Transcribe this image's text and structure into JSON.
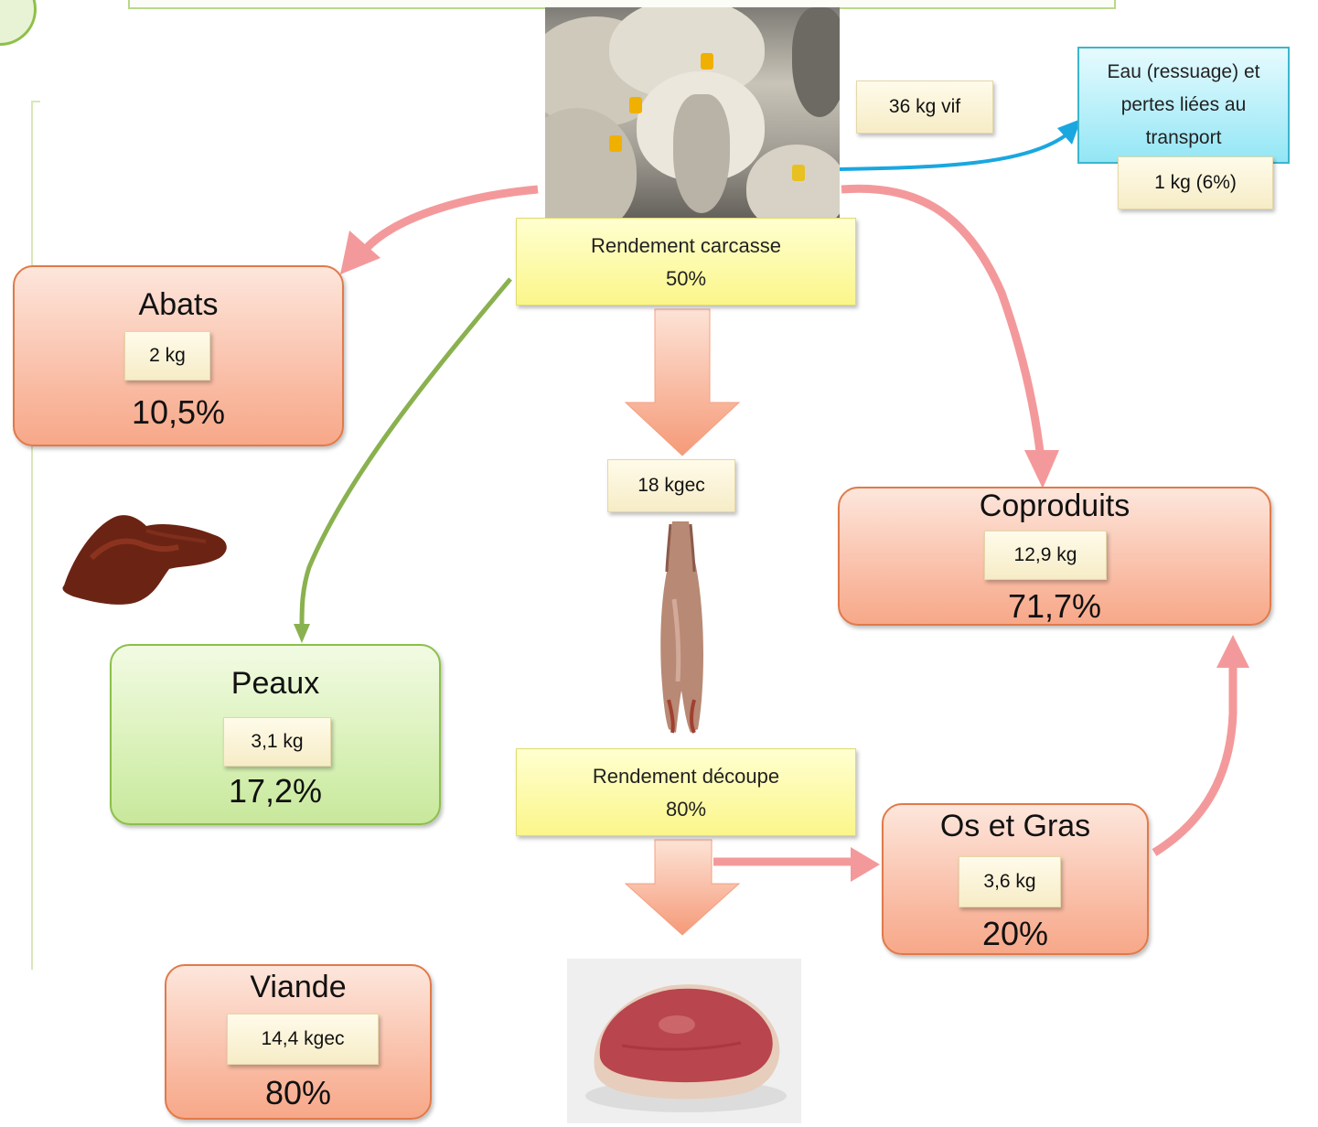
{
  "source": {
    "live_weight": "36 kg vif"
  },
  "losses": {
    "label_lines": [
      "Eau (ressuage) et",
      "pertes liées au",
      "transport"
    ],
    "amount": "1 kg (6%)"
  },
  "carcass_yield": {
    "line1": "Rendement carcasse",
    "line2": "50%"
  },
  "carcass_weight": "18 kgec",
  "cutting_yield": {
    "line1": "Rendement découpe",
    "line2": "80%"
  },
  "outputs": {
    "abats": {
      "title": "Abats",
      "amount": "2 kg",
      "percent": "10,5%"
    },
    "peaux": {
      "title": "Peaux",
      "amount": "3,1 kg",
      "percent": "17,2%"
    },
    "coproduits": {
      "title": "Coproduits",
      "amount": "12,9 kg",
      "percent": "71,7%"
    },
    "os_gras": {
      "title": "Os et Gras",
      "amount": "3,6 kg",
      "percent": "20%"
    },
    "viande": {
      "title": "Viande",
      "amount": "14,4 kgec",
      "percent": "80%"
    }
  },
  "colors": {
    "pink_arrow": "#f4999b",
    "green_arrow": "#8ab14f",
    "blue_arrow": "#1aa7e0",
    "salmon_block_arrow": "#f7a98a"
  },
  "images": [
    "sheep-photo",
    "liver-photo",
    "carcass-photo",
    "meat-photo"
  ]
}
